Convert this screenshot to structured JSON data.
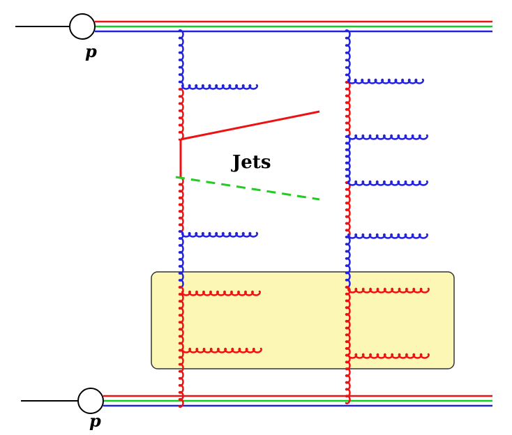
{
  "labels": {
    "proton_top": "p",
    "proton_bottom": "p",
    "jets": "Jets"
  },
  "colors": {
    "red": "#ee1111",
    "green": "#11cc22",
    "blue": "#2222dd",
    "black": "#000000",
    "box_fill": "#fdf7b5",
    "box_stroke": "#333333",
    "jet_dashed": "#22cc22"
  }
}
